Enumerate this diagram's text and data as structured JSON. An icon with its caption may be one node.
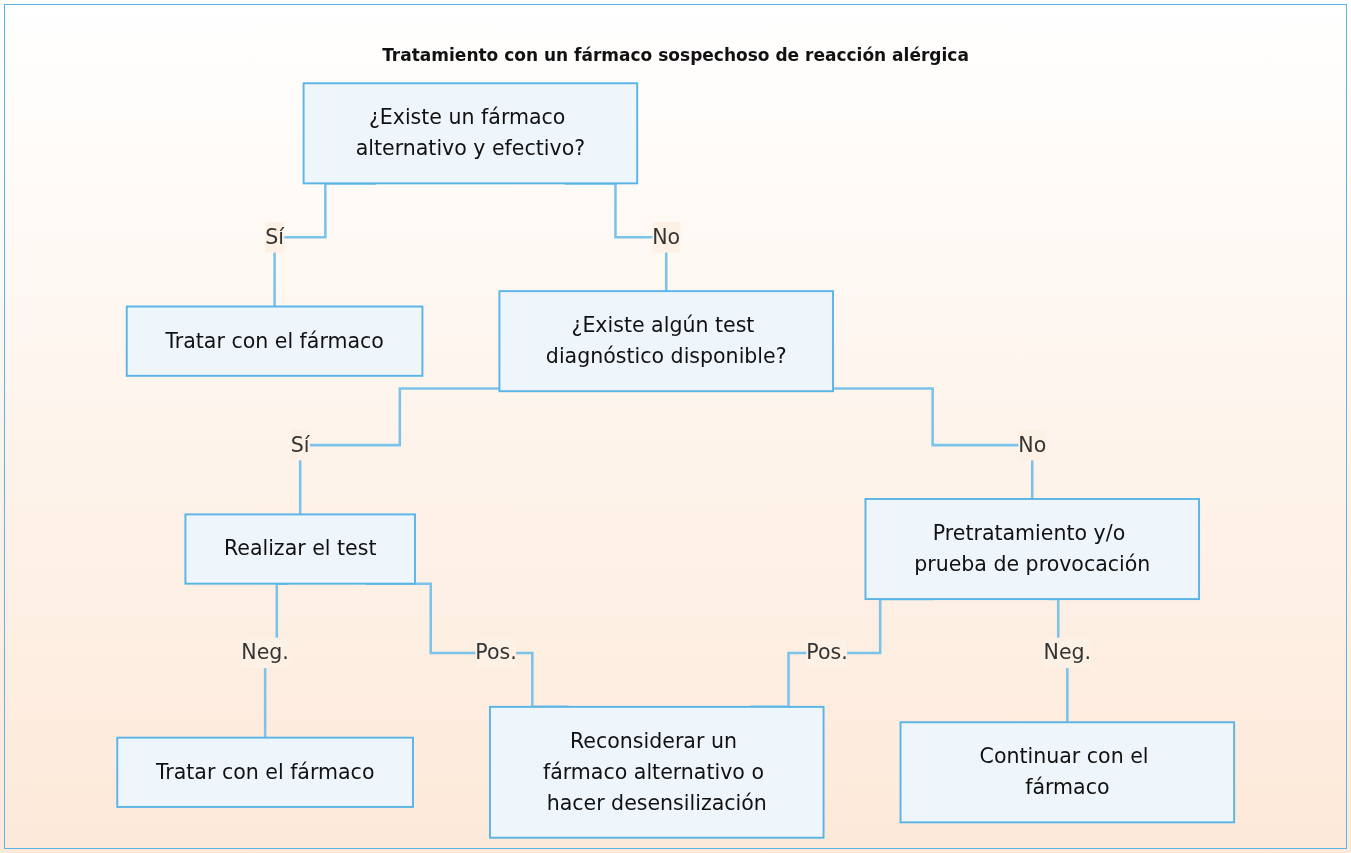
{
  "diagram": {
    "title": "Tratamiento con un fármaco sospechoso de reacción alérgica",
    "nodes": [
      {
        "text": [
          "¿Existe un fármaco alternativo y efectivo?"
        ]
      },
      {
        "text": [
          "Tratar con el fármaco"
        ]
      },
      {
        "text": [
          "¿Existe algún test diagnóstico disponible?"
        ]
      },
      {
        "text": [
          "Realizar el test"
        ]
      },
      {
        "text": [
          "Pretratamiento y/o prueba de provocación"
        ]
      },
      {
        "text": [
          "Tratar con el fármaco"
        ]
      },
      {
        "text": [
          "Continuar con el fármaco"
        ]
      },
      {
        "text": [
          "Reconsiderar un fármaco alternativo o hacer desensilización"
        ]
      }
    ],
    "edges": [
      {
        "from": 0,
        "to": 1,
        "arrow": "none",
        "label": "Sí"
      },
      {
        "from": 0,
        "to": 2,
        "arrow": "none",
        "label": "No"
      },
      {
        "from": 2,
        "to": 3,
        "arrow": "none",
        "label": "Sí"
      },
      {
        "from": 2,
        "to": 4,
        "arrow": "none",
        "label": "No"
      },
      {
        "from": 3,
        "to": 5,
        "arrow": "none",
        "label": "Neg."
      },
      {
        "from": 3,
        "to": 7,
        "arrow": "none",
        "label": "Pos."
      },
      {
        "from": 4,
        "to": 7,
        "arrow": "none",
        "label": "Pos."
      },
      {
        "from": 4,
        "to": 6,
        "arrow": "none",
        "label": "Neg."
      }
    ]
  }
}
